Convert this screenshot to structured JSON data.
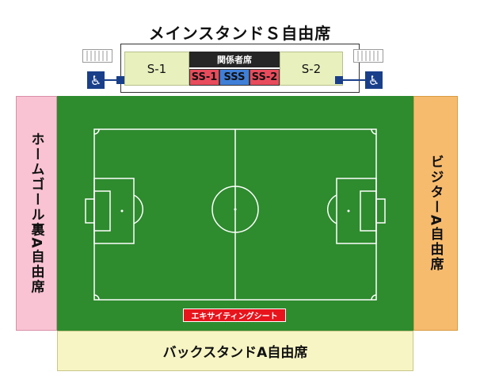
{
  "main_stand": {
    "title": "メインスタンドＳ自由席",
    "s1": "S-1",
    "s2": "S-2",
    "staff_seat": "関係者席",
    "ss1": "SS-1",
    "sss": "SSS",
    "ss2": "SS-2"
  },
  "home_goal": {
    "label": "ホームゴール裏A自由席"
  },
  "visitor": {
    "label": "ビジターA自由席"
  },
  "back_stand": {
    "label": "バックスタンドA自由席"
  },
  "exciting_seat": {
    "label": "エキサイティングシート"
  },
  "colors": {
    "pitch": "#2e8b2e",
    "home": "#f9c3d3",
    "visitor": "#f7bb6e",
    "back": "#f7f5c4",
    "main_s": "#e8f0be",
    "ss": "#e84c5c",
    "sss": "#3f7fd8",
    "exciting": "#e8141c"
  },
  "icons": {
    "accessibility": "wheelchair-icon",
    "stairs": "stairs-icon"
  }
}
